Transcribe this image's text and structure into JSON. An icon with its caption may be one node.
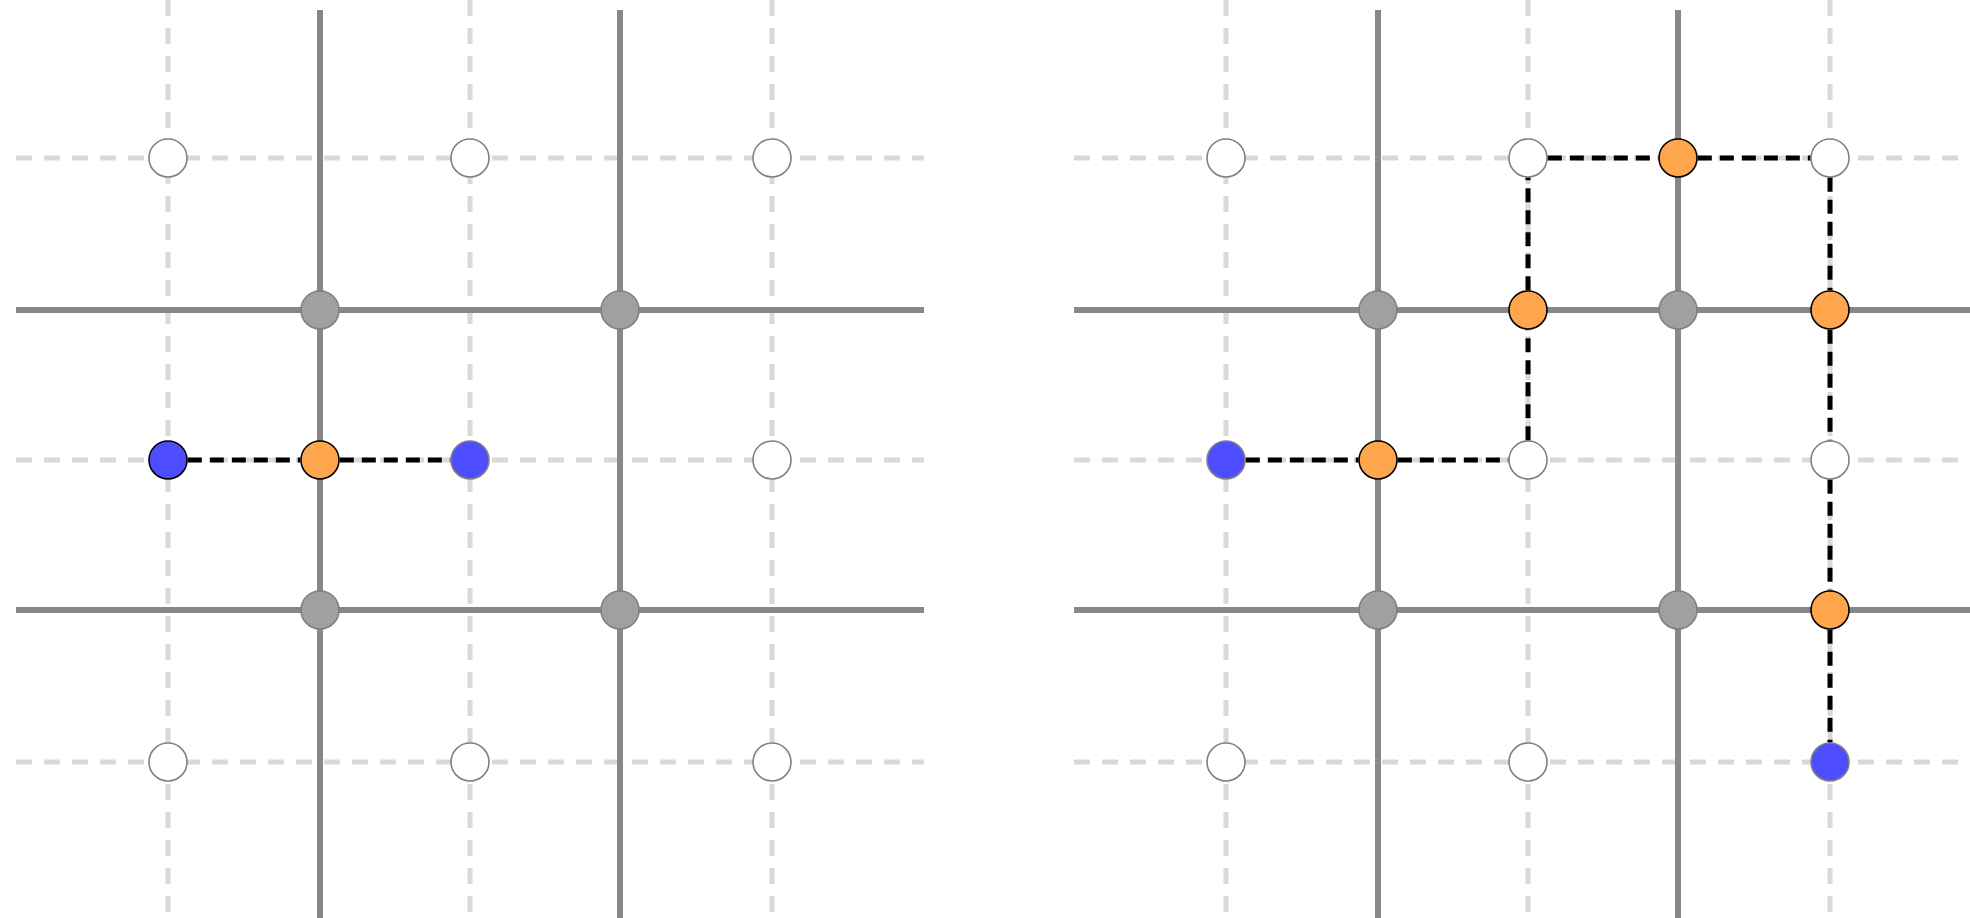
{
  "diagram": {
    "nodes": [
      {
        "text": [],
        "shape": "circle"
      },
      {
        "text": [],
        "shape": "circle"
      },
      {
        "text": [],
        "shape": "circle"
      },
      {
        "text": [],
        "shape": "circle"
      },
      {
        "text": [],
        "shape": "circle"
      },
      {
        "text": [],
        "shape": "circle"
      },
      {
        "text": [],
        "shape": "circle"
      },
      {
        "text": [],
        "shape": "circle"
      },
      {
        "text": [],
        "shape": "circle"
      },
      {
        "text": [],
        "shape": "circle"
      },
      {
        "text": [],
        "shape": "circle"
      },
      {
        "text": [],
        "shape": "circle"
      },
      {
        "text": [],
        "shape": "circle"
      },
      {
        "text": [],
        "shape": "circle"
      },
      {
        "text": [],
        "shape": "circle"
      },
      {
        "text": [],
        "shape": "circle"
      },
      {
        "text": [],
        "shape": "circle"
      },
      {
        "text": [],
        "shape": "circle"
      },
      {
        "text": [],
        "shape": "circle"
      },
      {
        "text": [],
        "shape": "circle"
      },
      {
        "text": [],
        "shape": "circle"
      },
      {
        "text": [],
        "shape": "circle"
      },
      {
        "text": [],
        "shape": "circle"
      },
      {
        "text": [],
        "shape": "circle"
      },
      {
        "text": [],
        "shape": "circle"
      },
      {
        "text": [],
        "shape": "circle"
      },
      {
        "text": [],
        "shape": "circle"
      },
      {
        "text": [],
        "shape": "circle"
      },
      {
        "text": [],
        "shape": "circle"
      },
      {
        "text": [],
        "shape": "circle"
      },
      {
        "text": [],
        "shape": "circle"
      },
      {
        "text": [],
        "shape": "circle"
      }
    ],
    "edges": [
      {
        "from": 5,
        "to": 6,
        "arrow": "none",
        "style": "dashed"
      },
      {
        "from": 6,
        "to": 7,
        "arrow": "none",
        "style": "dashed"
      },
      {
        "from": 22,
        "to": 23,
        "arrow": "none",
        "style": "dashed"
      },
      {
        "from": 23,
        "to": 24,
        "arrow": "none",
        "style": "dashed"
      },
      {
        "from": 24,
        "to": 19,
        "arrow": "none",
        "style": "dashed"
      },
      {
        "from": 19,
        "to": 15,
        "arrow": "none",
        "style": "dashed"
      },
      {
        "from": 15,
        "to": 16,
        "arrow": "none",
        "style": "dashed"
      },
      {
        "from": 16,
        "to": 17,
        "arrow": "none",
        "style": "dashed"
      },
      {
        "from": 17,
        "to": 21,
        "arrow": "none",
        "style": "dashed"
      },
      {
        "from": 21,
        "to": 25,
        "arrow": "none",
        "style": "dashed"
      },
      {
        "from": 25,
        "to": 28,
        "arrow": "none",
        "style": "dashed"
      },
      {
        "from": 28,
        "to": 31,
        "arrow": "none",
        "style": "dashed"
      }
    ]
  }
}
